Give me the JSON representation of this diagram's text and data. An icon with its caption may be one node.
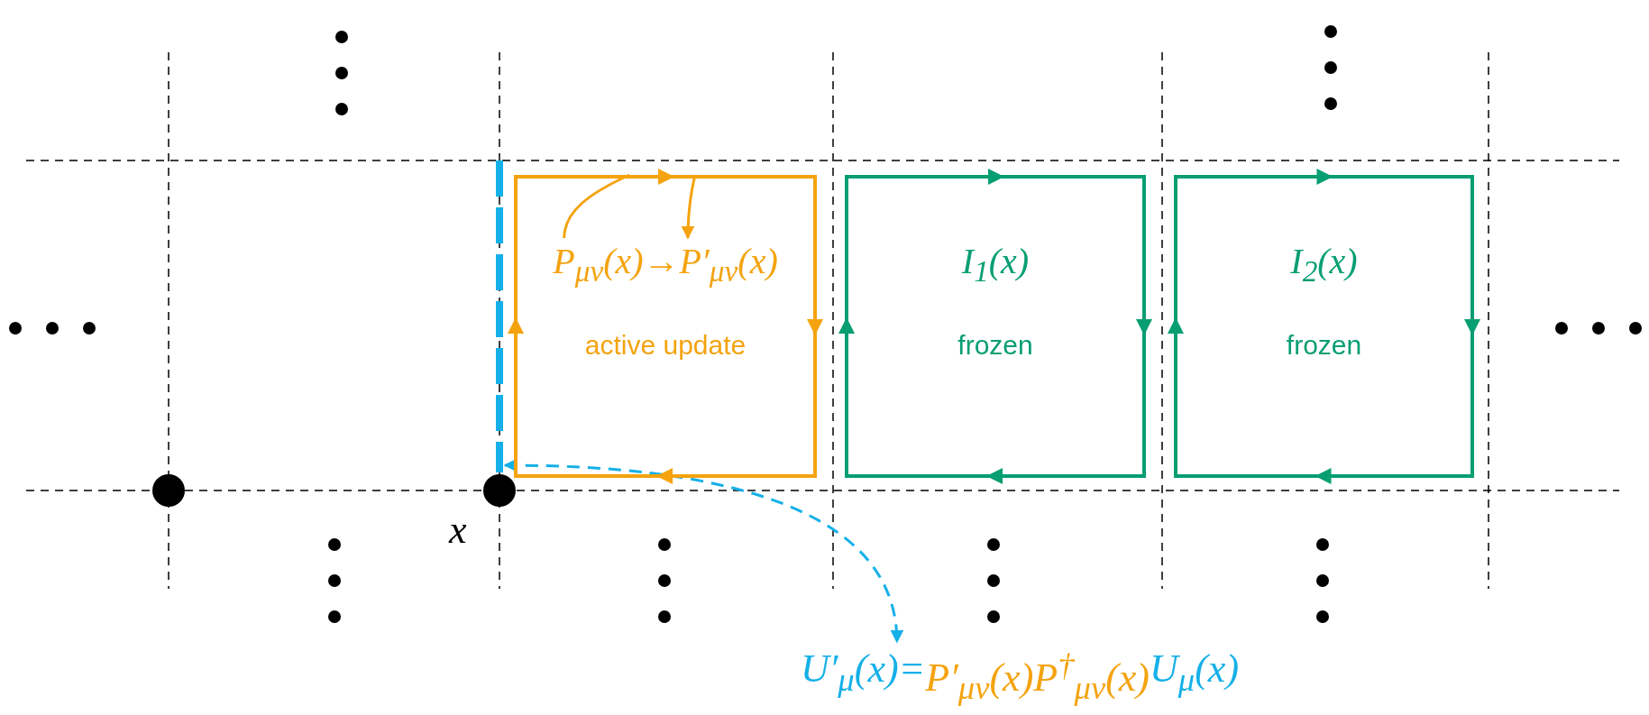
{
  "diagram": {
    "nodes": [
      {
        "text": [
          "active update"
        ]
      },
      {
        "text": [
          "P$_{μν}$(x)→P′$_{μν}$(x)"
        ],
        "in": 0
      },
      {
        "text": [
          "I$_{1}$(x)",
          "frozen"
        ]
      },
      {
        "text": [
          "I$_{2}$(x)",
          "frozen"
        ]
      },
      {
        "text": [],
        "shape": "bar"
      },
      {
        "text": [
          "U′$_{μ}$(x)=",
          "P′$_{μν}$(x)P$^{†}$$_{μν}$(x)",
          "U$_{μ}$(x)"
        ]
      },
      {
        "text": [],
        "shape": "circle"
      },
      {
        "text": [],
        "shape": "circle",
        "beside": [
          "x"
        ]
      }
    ],
    "edges": [
      {
        "from": 0,
        "to": 1,
        "arrow": "none"
      },
      {
        "from": 0,
        "to": 1,
        "arrow": "to"
      },
      {
        "from": 4,
        "to": 5,
        "arrow": "both",
        "style": "dashed",
        "color": "#15b0e8"
      }
    ]
  }
}
